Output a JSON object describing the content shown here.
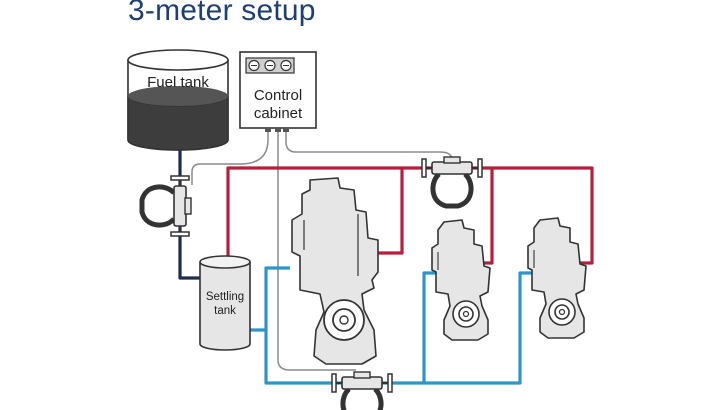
{
  "title": "3-meter setup",
  "labels": {
    "fuel_tank": "Fuel tank",
    "control_cabinet_line1": "Control",
    "control_cabinet_line2": "cabinet",
    "settling_tank_line1": "Settling",
    "settling_tank_line2": "tank"
  },
  "colors": {
    "title": "#1d3f73",
    "supply_line": "#b81e3c",
    "return_line": "#2d95c8",
    "feed_line": "#1d2d4a",
    "signal_cable": "#8a8a8a",
    "machine_fill": "#e6e6e6",
    "fuel": "#3d3d3d"
  },
  "icons": [
    "flow-meter-icon",
    "engine-icon",
    "gauge-icon"
  ]
}
